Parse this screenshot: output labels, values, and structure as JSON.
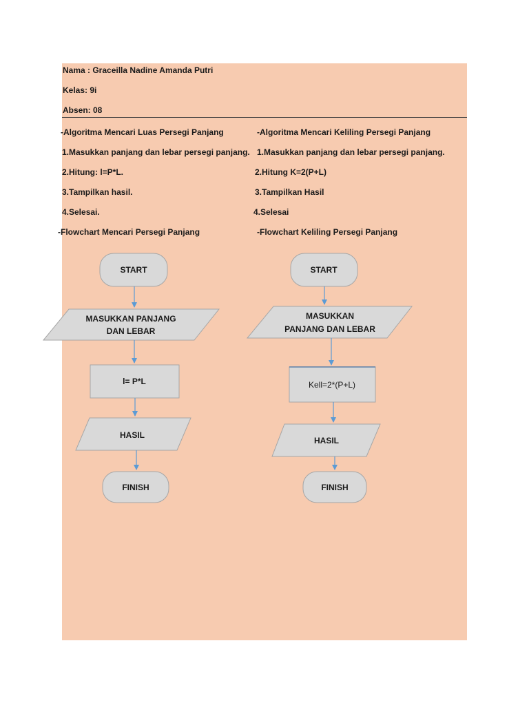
{
  "header": {
    "name": "Nama : Graceilla Nadine Amanda Putri",
    "class": "Kelas: 9i",
    "attendance": "Absen: 08"
  },
  "left_column": {
    "title": "-Algoritma Mencari Luas Persegi Panjang",
    "steps": [
      "1.Masukkan panjang dan lebar persegi panjang.",
      "2.Hitung: l=P*L.",
      "3.Tampilkan hasil.",
      "4.Selesai."
    ],
    "flowchart_title": "-Flowchart Mencari Persegi Panjang",
    "flowchart": {
      "start": "START",
      "input_line1": "MASUKKAN PANJANG",
      "input_line2": "DAN LEBAR",
      "process": "l= P*L",
      "output": "HASIL",
      "finish": "FINISH"
    }
  },
  "right_column": {
    "title": "-Algoritma Mencari Keliling Persegi Panjang",
    "steps": [
      "1.Masukkan panjang dan lebar persegi panjang.",
      "2.Hitung K=2(P+L)",
      "3.Tampilkan Hasil",
      "4.Selesai"
    ],
    "flowchart_title": "-Flowchart Keliling Persegi Panjang",
    "flowchart": {
      "start": "START",
      "input_line1": "MASUKKAN",
      "input_line2": "PANJANG DAN LEBAR",
      "process": "Kell=2*(P+L)",
      "output": "HASIL",
      "finish": "FINISH"
    }
  },
  "colors": {
    "page_background": "#f7cbb0",
    "shape_fill": "#d9d9d9",
    "shape_stroke": "#a6a6a6",
    "arrow": "#5b9bd5"
  }
}
